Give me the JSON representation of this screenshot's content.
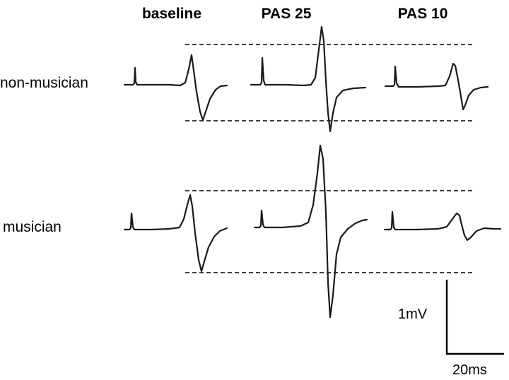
{
  "columns": [
    {
      "id": "baseline",
      "label": "baseline"
    },
    {
      "id": "pas25",
      "label": "PAS 25"
    },
    {
      "id": "pas10",
      "label": "PAS 10"
    }
  ],
  "rows": [
    {
      "id": "non-musician",
      "label": "non-musician"
    },
    {
      "id": "musician",
      "label": "musician"
    }
  ],
  "scale_bar": {
    "amplitude_label": "1mV",
    "time_label": "20ms"
  },
  "colors": {
    "trace": "#1a1a1a",
    "background": "#ffffff"
  }
}
